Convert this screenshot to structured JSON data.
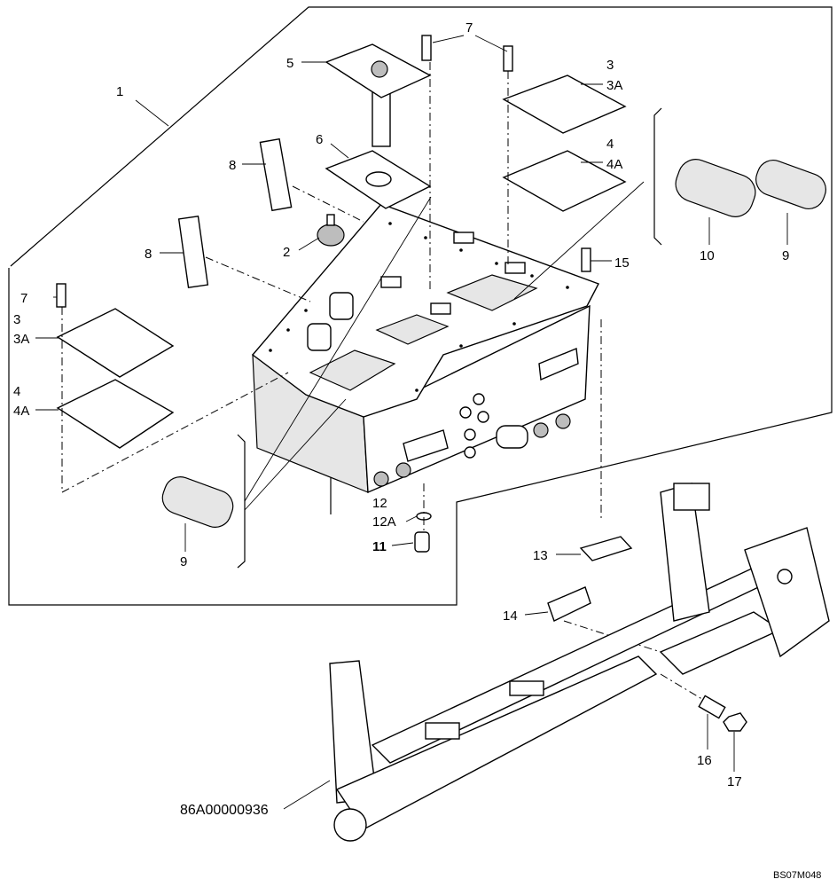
{
  "callouts": [
    {
      "id": "c1",
      "text": "1"
    },
    {
      "id": "c2",
      "text": "2"
    },
    {
      "id": "c3a",
      "text": "3"
    },
    {
      "id": "c3A_a",
      "text": "3A"
    },
    {
      "id": "c4a",
      "text": "4"
    },
    {
      "id": "c4A_a",
      "text": "4A"
    },
    {
      "id": "c3b",
      "text": "3"
    },
    {
      "id": "c3A_b",
      "text": "3A"
    },
    {
      "id": "c4b",
      "text": "4"
    },
    {
      "id": "c4A_b",
      "text": "4A"
    },
    {
      "id": "c5",
      "text": "5"
    },
    {
      "id": "c6",
      "text": "6"
    },
    {
      "id": "c7a",
      "text": "7"
    },
    {
      "id": "c7b",
      "text": "7"
    },
    {
      "id": "c8a",
      "text": "8"
    },
    {
      "id": "c8b",
      "text": "8"
    },
    {
      "id": "c9a",
      "text": "9"
    },
    {
      "id": "c9b",
      "text": "9"
    },
    {
      "id": "c10",
      "text": "10"
    },
    {
      "id": "c11",
      "text": "11"
    },
    {
      "id": "c12",
      "text": "12"
    },
    {
      "id": "c12A",
      "text": "12A"
    },
    {
      "id": "c13",
      "text": "13"
    },
    {
      "id": "c14",
      "text": "14"
    },
    {
      "id": "c15",
      "text": "15"
    },
    {
      "id": "c16",
      "text": "16"
    },
    {
      "id": "c17",
      "text": "17"
    }
  ],
  "reference_code": "86A00000936",
  "drawing_code": "BS07M048"
}
